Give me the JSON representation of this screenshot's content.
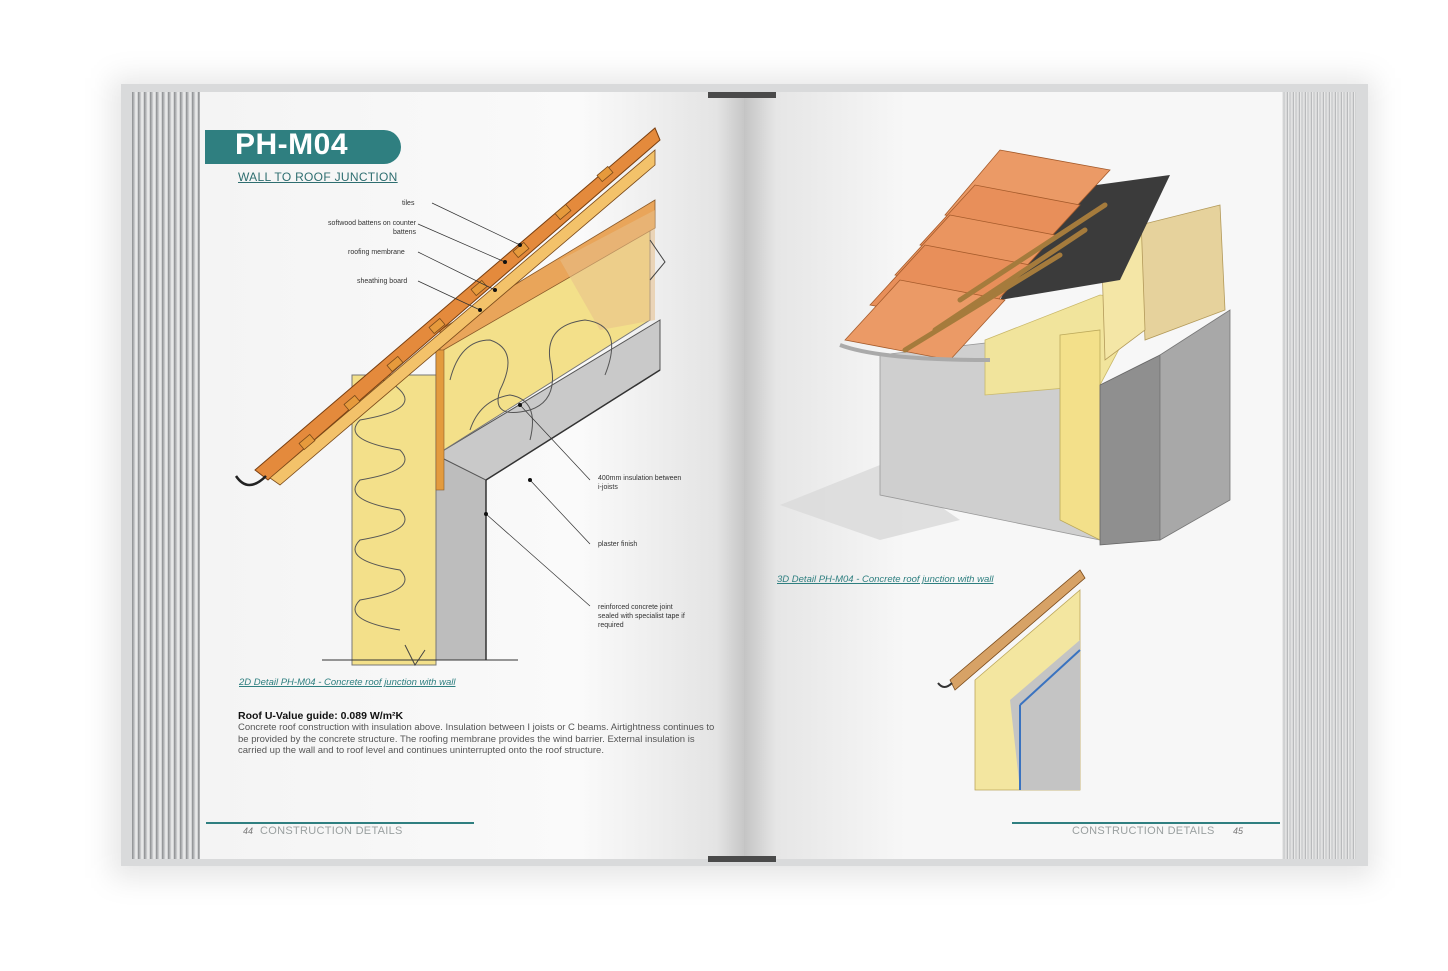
{
  "left_page": {
    "tag": "PH-M04",
    "subtitle": "WALL TO ROOF JUNCTION",
    "callouts": {
      "tiles": "tiles",
      "battens_line1": "softwood battens on counter",
      "battens_line2": "battens",
      "membrane": "roofing membrane",
      "sheathing": "sheathing board",
      "insulation_line1": "400mm insulation between",
      "insulation_line2": "i-joists",
      "plaster": "plaster finish",
      "concrete_line1": "reinforced concrete joint",
      "concrete_line2": "sealed with specialist tape if",
      "concrete_line3": "required"
    },
    "caption": "2D Detail PH-M04 - Concrete roof junction with wall",
    "uvalue": "Roof U-Value guide: 0.089 W/m²K",
    "description": "Concrete roof construction with insulation above. Insulation between I joists or C beams. Airtightness continues to be provided by the concrete structure. The roofing membrane provides the wind barrier. External insulation is carried up the wall and to roof level and continues uninterrupted onto the roof structure.",
    "footer_number": "44",
    "footer_text": "CONSTRUCTION DETAILS"
  },
  "right_page": {
    "caption": "3D Detail PH-M04 - Concrete roof junction with wall",
    "footer_text": "CONSTRUCTION DETAILS",
    "footer_number": "45"
  },
  "colors": {
    "accent": "#2f7f80",
    "insulation": "#f3e08a",
    "tile": "#e08a4a",
    "concrete": "#bdbdbd"
  }
}
